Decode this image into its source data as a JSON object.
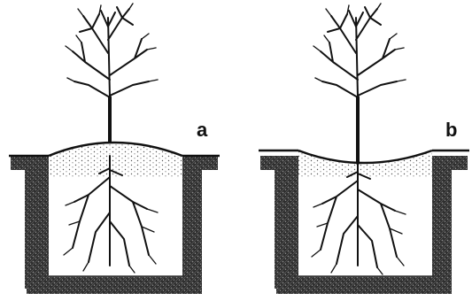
{
  "panels": [
    {
      "label": "a",
      "soil_surface": "mound"
    },
    {
      "label": "b",
      "soil_surface": "dished"
    }
  ],
  "colors": {
    "ink": "#111111",
    "soil_walls": "#3a3a3a",
    "fill_dots": "#555555",
    "background": "#ffffff"
  }
}
